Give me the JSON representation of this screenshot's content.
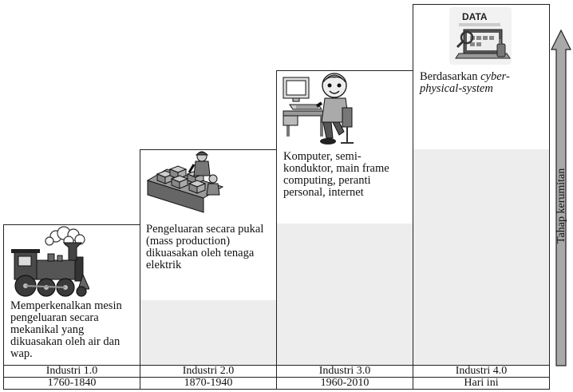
{
  "stages": [
    {
      "label": "Industri 1.0",
      "period": "1760-1840",
      "description": "Memperkenalkan mesin pengeluaran secara mekanikal yang dikuasakan oleh air dan wap.",
      "icon": "steam-locomotive-icon"
    },
    {
      "label": "Industri 2.0",
      "period": "1870-1940",
      "description": "Pengeluaran secara pukal (mass production) dikuasakan oleh tenaga elektrik",
      "icon": "assembly-line-icon"
    },
    {
      "label": "Industri 3.0",
      "period": "1960-2010",
      "description": "Komputer, semi-konduktor, main frame computing, peranti personal, internet",
      "icon": "computer-user-icon"
    },
    {
      "label": "Industri 4.0",
      "period": "Hari ini",
      "description_plain": "Berdasarkan",
      "description_italic": "cyber-physical-system",
      "icon": "data-laptop-icon",
      "icon_text": "DATA"
    }
  ],
  "axis": {
    "label": "Tahap kerumitan"
  }
}
